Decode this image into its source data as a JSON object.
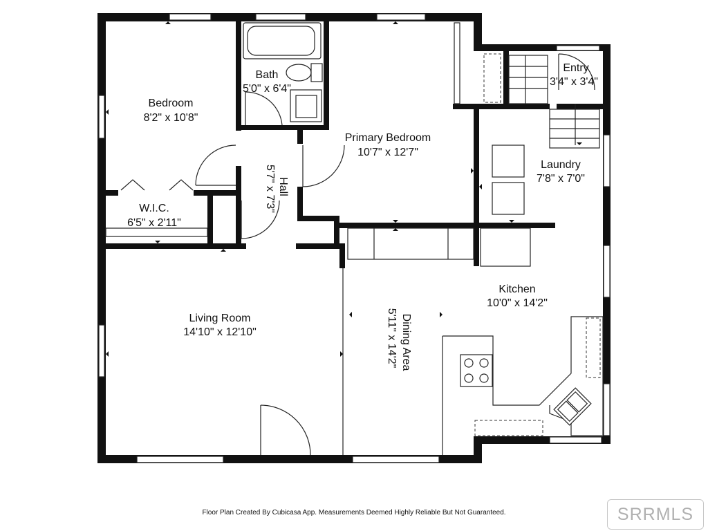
{
  "rooms": {
    "bedroom": {
      "name": "Bedroom",
      "size": "8'2\" x 10'8\""
    },
    "bath": {
      "name": "Bath",
      "size": "5'0\" x 6'4\""
    },
    "primary_bedroom": {
      "name": "Primary Bedroom",
      "size": "10'7\" x 12'7\""
    },
    "entry": {
      "name": "Entry",
      "size": "3'4\" x 3'4\""
    },
    "laundry": {
      "name": "Laundry",
      "size": "7'8\" x 7'0\""
    },
    "hall": {
      "name": "Hall",
      "size": "5'7\" x 7'3\""
    },
    "wic": {
      "name": "W.I.C.",
      "size": "6'5\" x 2'11\""
    },
    "living_room": {
      "name": "Living Room",
      "size": "14'10\" x 12'10\""
    },
    "dining_area": {
      "name": "Dining Area",
      "size": "5'11\" x 14'2\""
    },
    "kitchen": {
      "name": "Kitchen",
      "size": "10'0\" x 14'2\""
    }
  },
  "footer": {
    "note": "Floor Plan Created By Cubicasa App. Measurements Deemed Highly Reliable But Not Guaranteed."
  },
  "watermark": {
    "text": "SRRMLS"
  }
}
